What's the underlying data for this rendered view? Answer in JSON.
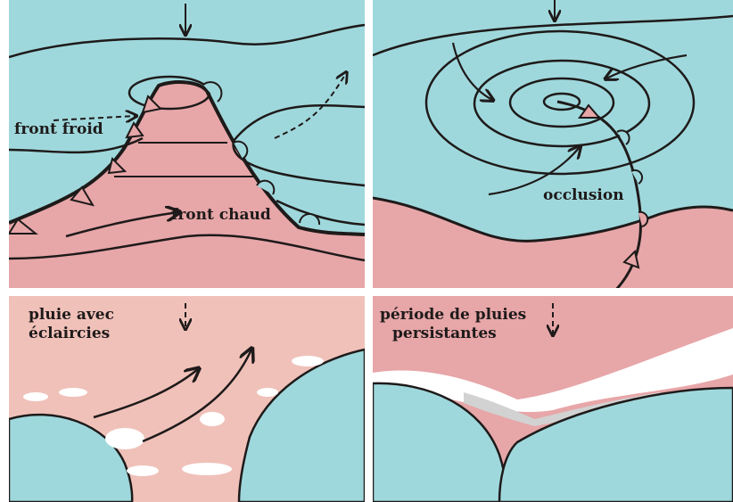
{
  "labels": {
    "front_froid": "front froid",
    "front_chaud": "front chaud",
    "occlusion": "occlusion",
    "pluie_line1": "pluie avec",
    "pluie_line2": "éclaircies",
    "periode_line1": "période de pluies",
    "periode_line2": "persistantes"
  },
  "colors": {
    "cold_air": "#9fd8dc",
    "warm_air": "#e7a6a8",
    "rain_zone": "#f0c1b9",
    "clouds": "#ffffff",
    "gray_cloud": "#d2d2d2",
    "lines": "#1e1a1a"
  }
}
